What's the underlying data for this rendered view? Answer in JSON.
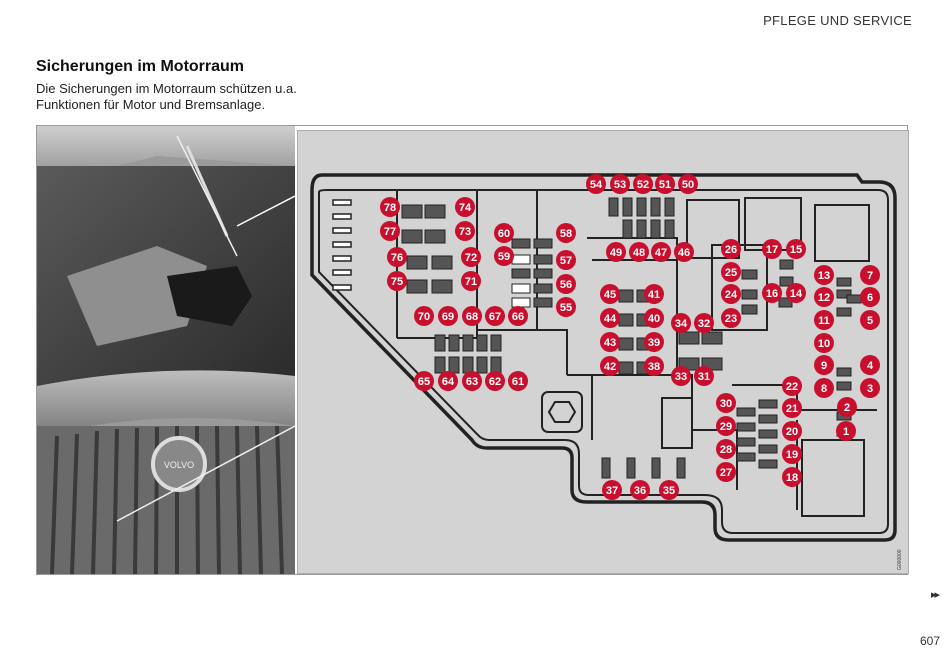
{
  "header": {
    "section": "PFLEGE UND SERVICE"
  },
  "title": "Sicherungen im Motorraum",
  "intro": {
    "line1": "Die Sicherungen im Motorraum schützen u.a.",
    "line2": "Funktionen für Motor und Bremsanlage."
  },
  "figure": {
    "code": "G000000",
    "photo_badge": "VOLVO",
    "fuse_labels": [
      "1",
      "2",
      "3",
      "4",
      "5",
      "6",
      "7",
      "8",
      "9",
      "10",
      "11",
      "12",
      "13",
      "14",
      "15",
      "16",
      "17",
      "18",
      "19",
      "20",
      "21",
      "22",
      "23",
      "24",
      "25",
      "26",
      "27",
      "28",
      "29",
      "30",
      "31",
      "32",
      "33",
      "34",
      "35",
      "36",
      "37",
      "38",
      "39",
      "40",
      "41",
      "42",
      "43",
      "44",
      "45",
      "46",
      "47",
      "48",
      "49",
      "50",
      "51",
      "52",
      "53",
      "54",
      "55",
      "56",
      "57",
      "58",
      "59",
      "60",
      "61",
      "62",
      "63",
      "64",
      "65",
      "66",
      "67",
      "68",
      "69",
      "70",
      "71",
      "72",
      "73",
      "74",
      "75",
      "76",
      "77",
      "78"
    ]
  },
  "footer": {
    "next_icon": "▸▸",
    "page_number": "607"
  },
  "colors": {
    "marker_red": "#c8102e",
    "diagram_bg": "#d3d3d3",
    "outline": "#222222"
  }
}
